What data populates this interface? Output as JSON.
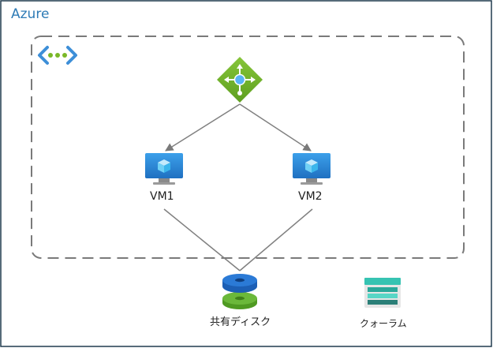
{
  "title": "Azure",
  "nodes": {
    "load_balancer": {
      "icon": "load-balancer-icon"
    },
    "vnet": {
      "icon": "virtual-network-icon"
    },
    "vm1": {
      "label": "VM1",
      "icon": "virtual-machine-icon"
    },
    "vm2": {
      "label": "VM2",
      "icon": "virtual-machine-icon"
    },
    "shared_disk": {
      "label": "共有ディスク",
      "icon": "managed-disk-icon"
    },
    "quorum": {
      "label": "クォーラム",
      "icon": "storage-account-icon"
    }
  },
  "colors": {
    "azure_blue": "#2e7bb6",
    "frame_border": "#1f3a4d",
    "dashed_border": "#7a7a7a",
    "connector": "#808080",
    "lb_green": "#7ab828",
    "vm_blue": "#2f8fd6",
    "disk_blue": "#2b7ad6",
    "disk_green": "#6bb83a",
    "quorum_teal": "#36c3b2"
  }
}
